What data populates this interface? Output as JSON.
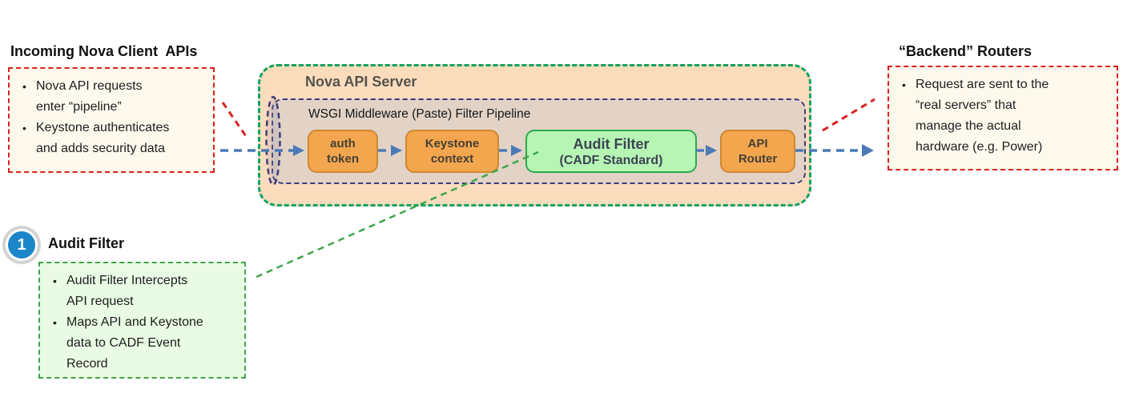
{
  "left_note": {
    "title": "Incoming Nova Client  APIs",
    "bullets": [
      "Nova API requests\nenter “pipeline”",
      "Keystone authenticates\nand adds security data"
    ]
  },
  "server": {
    "title": "Nova API Server",
    "pipeline_label": "WSGI Middleware (Paste) Filter Pipeline",
    "stages": [
      {
        "line1": "auth",
        "line2": "token"
      },
      {
        "line1": "Keystone",
        "line2": "context"
      },
      {
        "line1": "Audit Filter",
        "line2": "(CADF Standard)"
      },
      {
        "line1": "API",
        "line2": "Router"
      }
    ]
  },
  "right_note": {
    "title": "“Backend” Routers",
    "bullets": [
      "Request are sent to the\n“real servers” that\nmanage the actual\nhardware (e.g. Power)"
    ]
  },
  "callout": {
    "number": "1",
    "title": "Audit Filter",
    "bullets": [
      "Audit Filter Intercepts\nAPI request",
      "Maps API and Keystone\ndata to CADF Event\nRecord"
    ]
  },
  "colors": {
    "red-dash": "#dd2020",
    "blue-arrow": "#4c7ab6",
    "green-connector": "#3ea44b",
    "nova-border": "#0ca463",
    "nova-fill": "#fbdcbd",
    "wsgi-border": "#3d3d7a",
    "wsgi-fill": "#e2d3c6",
    "orange-fill": "#f4a64e",
    "orange-border": "#d0882f",
    "audit-fill": "#b6f5b4",
    "audit-border": "#2ca84e",
    "note-fill": "#fdfaed",
    "green-note-fill": "#e9fbe4",
    "badge-blue": "#1b86c8"
  }
}
